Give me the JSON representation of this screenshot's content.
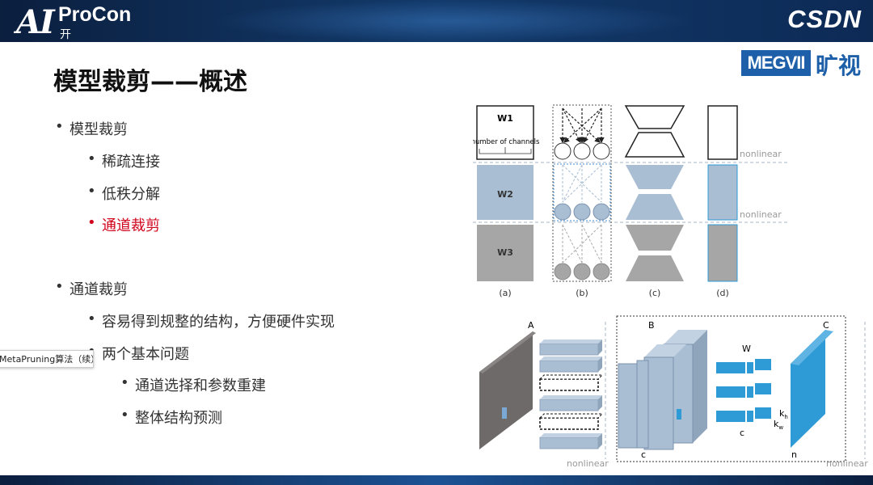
{
  "header": {
    "logo_ai": "AI",
    "logo_brand": "ProCon",
    "logo_sub": "开发者大会",
    "csdn": "CSDN"
  },
  "slide": {
    "title": "模型裁剪——概述",
    "partner_box": "MEGVII",
    "partner_cn": "旷视"
  },
  "bullets": [
    {
      "dot": "•",
      "text": "模型裁剪"
    },
    {
      "dot": "•",
      "text": "稀疏连接"
    },
    {
      "dot": "•",
      "text": "低秩分解"
    },
    {
      "dot": "•",
      "text": "通道裁剪"
    },
    {
      "dot": "•",
      "text": "通道裁剪"
    },
    {
      "dot": "•",
      "text": "容易得到规整的结构，方便硬件实现"
    },
    {
      "dot": "•",
      "text": "两个基本问题"
    },
    {
      "dot": "•",
      "text": "通道选择和参数重建"
    },
    {
      "dot": "•",
      "text": "整体结构预测"
    }
  ],
  "tooltip": "MetaPruning算法（续）",
  "figure_top": {
    "w1": "W1",
    "w2": "W2",
    "w3": "W3",
    "channels": "number of  channels",
    "nonlinear1": "nonlinear",
    "nonlinear2": "nonlinear",
    "cap_a": "(a)",
    "cap_b": "(b)",
    "cap_c": "(c)",
    "cap_d": "(d)"
  },
  "figure_bottom": {
    "A": "A",
    "B": "B",
    "C": "C",
    "W": "W",
    "c_mid": "c",
    "c_low": "c",
    "n": "n",
    "kh": "k",
    "kh_sub": "h",
    "kw": "k",
    "kw_sub": "w",
    "nonlinear_left": "nonlinear",
    "nonlinear_right": "nonlinear"
  },
  "colors": {
    "accent_red": "#d0021b",
    "brand_blue": "#1d5fa8",
    "w2_fill": "#a9bdd3",
    "w3_fill": "#a6a6a6",
    "conv_blue": "#2e9bd6"
  }
}
